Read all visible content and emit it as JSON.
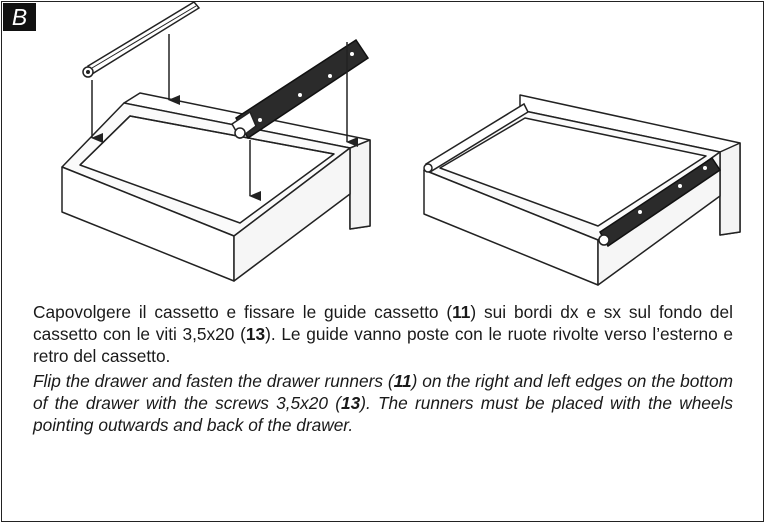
{
  "step": {
    "label": "B"
  },
  "illustrations": [
    {
      "name": "drawer-runner-mounting",
      "caption": ""
    },
    {
      "name": "drawer-runners-mounted",
      "caption": ""
    }
  ],
  "instructions_it": {
    "part1": "Capovolgere il cassetto e fissare le guide cassetto (",
    "ref_runners": "11",
    "part2": ") sui bordi dx e sx sul fondo del cassetto con le viti 3,5x20 (",
    "ref_screws": "13",
    "part3": "). Le guide vanno poste con le ruote rivolte verso l’esterno e retro del cassetto."
  },
  "instructions_en": {
    "part1": "Flip the drawer and fasten the drawer runners (",
    "ref_runners": "11",
    "part2": ") on the right and left edges on the bottom of the drawer with the screws 3,5x20 (",
    "ref_screws": "13",
    "part3": "). The runners must be placed with the wheels pointing outwards and back of the drawer."
  },
  "colors": {
    "line": "#222222",
    "runner": "#2b2b2b",
    "badge": "#111111"
  }
}
